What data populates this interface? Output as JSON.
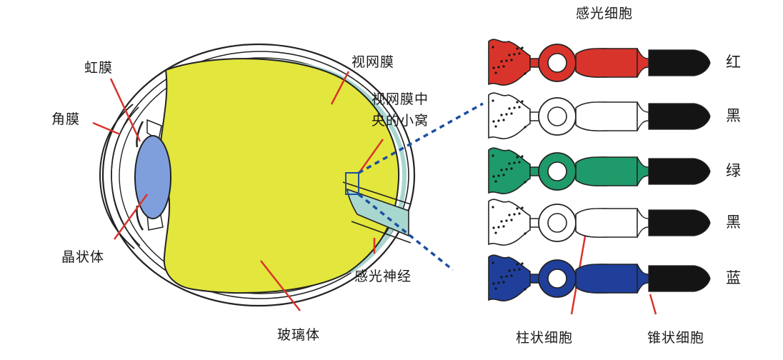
{
  "eye_labels": {
    "iris": "虹膜",
    "cornea": "角膜",
    "lens": "晶状体",
    "retina": "视网膜",
    "fovea_line1": "视网膜中",
    "fovea_line2": "央的小窝",
    "optic_nerve": "感光神经",
    "vitreous": "玻璃体"
  },
  "cell_labels": {
    "title": "感光细胞",
    "rod": "柱状细胞",
    "cone": "锥状细胞"
  },
  "rows": [
    {
      "label": "红",
      "color": "#d9342b"
    },
    {
      "label": "黑",
      "color": "#ffffff"
    },
    {
      "label": "绿",
      "color": "#1f9a6a"
    },
    {
      "label": "黑",
      "color": "#ffffff"
    },
    {
      "label": "蓝",
      "color": "#1f3f9a"
    }
  ],
  "colors": {
    "vitreous": "#e3e63c",
    "lens": "#7f9fdc",
    "retina_band": "#a8d7cf",
    "pointer": "#d9342b",
    "dash": "#1c4fa0"
  }
}
